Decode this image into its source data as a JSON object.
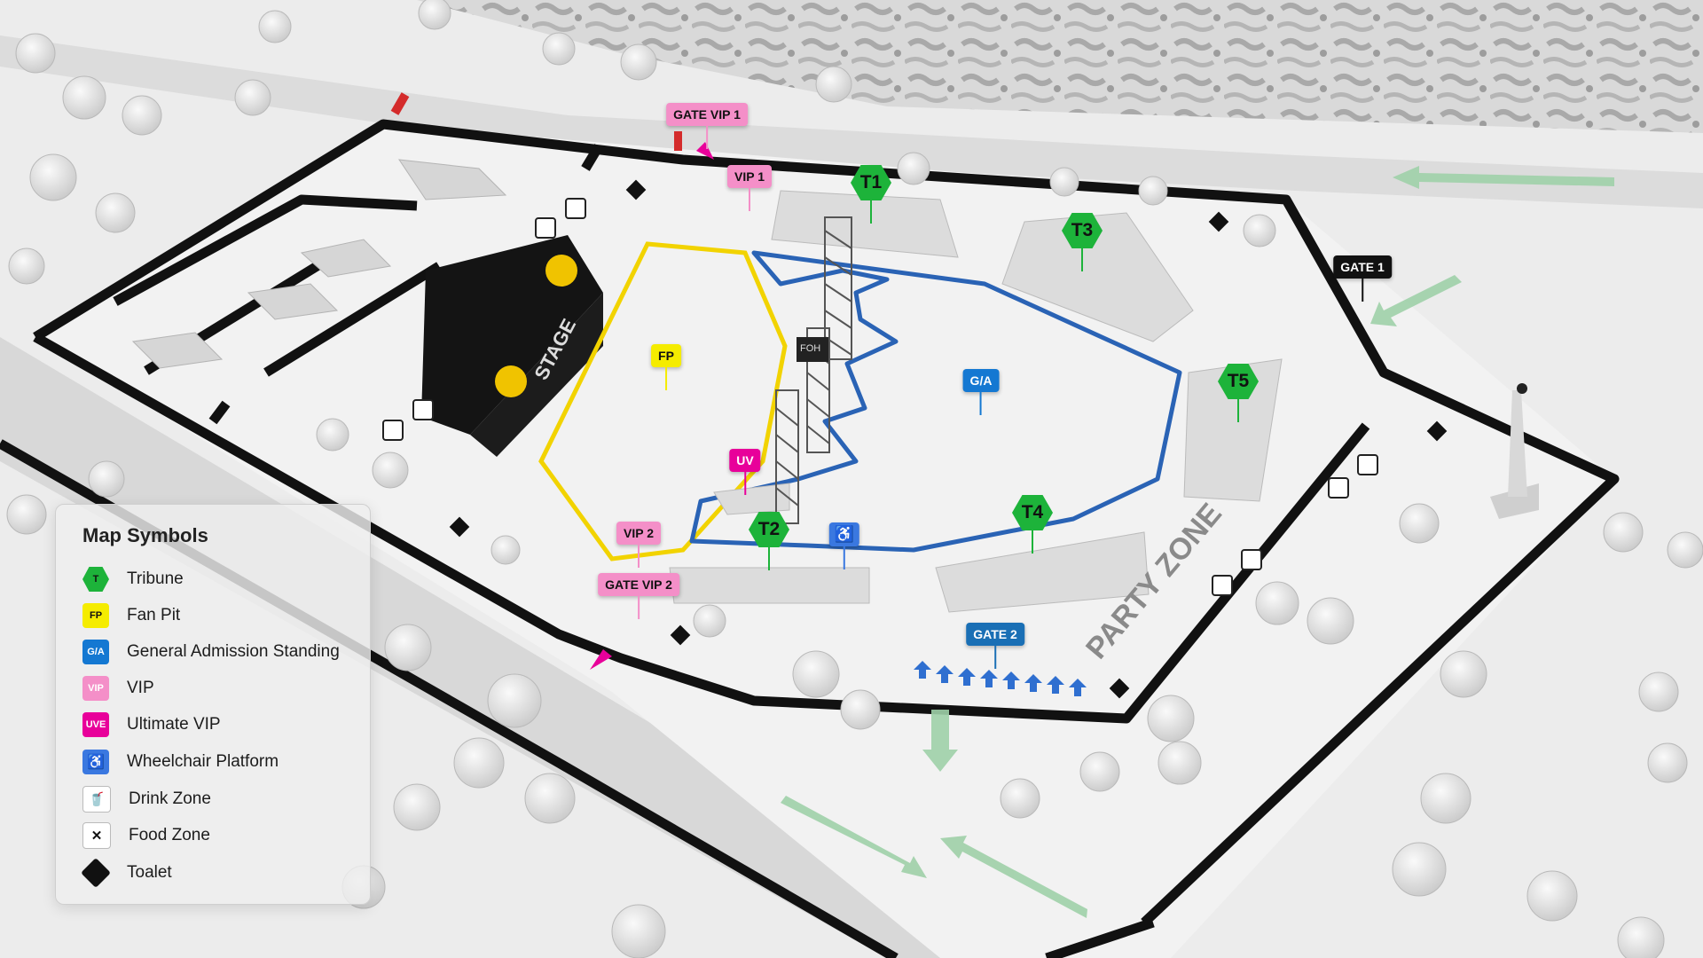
{
  "map": {
    "labels": {
      "gate_vip_1": "GATE VIP 1",
      "gate_vip_2": "GATE VIP 2",
      "gate_1": "GATE 1",
      "gate_2": "GATE 2",
      "vip_1": "VIP 1",
      "vip_2": "VIP 2",
      "t1": "T1",
      "t2": "T2",
      "t3": "T3",
      "t4": "T4",
      "t5": "T5",
      "fp": "FP",
      "ga": "G/A",
      "uv": "UV",
      "stage": "STAGE",
      "party_zone": "PARTY ZONE",
      "foh": "FOH"
    }
  },
  "legend": {
    "title": "Map Symbols",
    "items": [
      {
        "symbol": "T",
        "label": "Tribune",
        "color": "#1db33a",
        "shape": "hexagon"
      },
      {
        "symbol": "FP",
        "label": "Fan Pit",
        "color": "#f5ec00",
        "shape": "square"
      },
      {
        "symbol": "G/A",
        "label": "General Admission Standing",
        "color": "#1478d2",
        "shape": "square"
      },
      {
        "symbol": "VIP",
        "label": "VIP",
        "color": "#f48fc8",
        "shape": "square"
      },
      {
        "symbol": "UVE",
        "label": "Ultimate VIP",
        "color": "#e8009a",
        "shape": "square"
      },
      {
        "symbol": "wheelchair-icon",
        "label": "Wheelchair Platform",
        "color": "#3a78e0",
        "shape": "square"
      },
      {
        "symbol": "drink-icon",
        "label": "Drink Zone",
        "color": "#ffffff",
        "shape": "square"
      },
      {
        "symbol": "food-icon",
        "label": "Food Zone",
        "color": "#ffffff",
        "shape": "square"
      },
      {
        "symbol": "toilet-icon",
        "label": "Toalet",
        "color": "#111111",
        "shape": "diamond"
      }
    ]
  },
  "colors": {
    "tribune": "#1db33a",
    "fan_pit": "#f5ec00",
    "general_admission": "#1478d2",
    "vip": "#f48fc8",
    "ultimate_vip": "#e8009a",
    "wheelchair": "#3a78e0",
    "gate": "#111111",
    "gate_2": "#1a6fb5",
    "entry_arrow": "#8fc89a"
  }
}
